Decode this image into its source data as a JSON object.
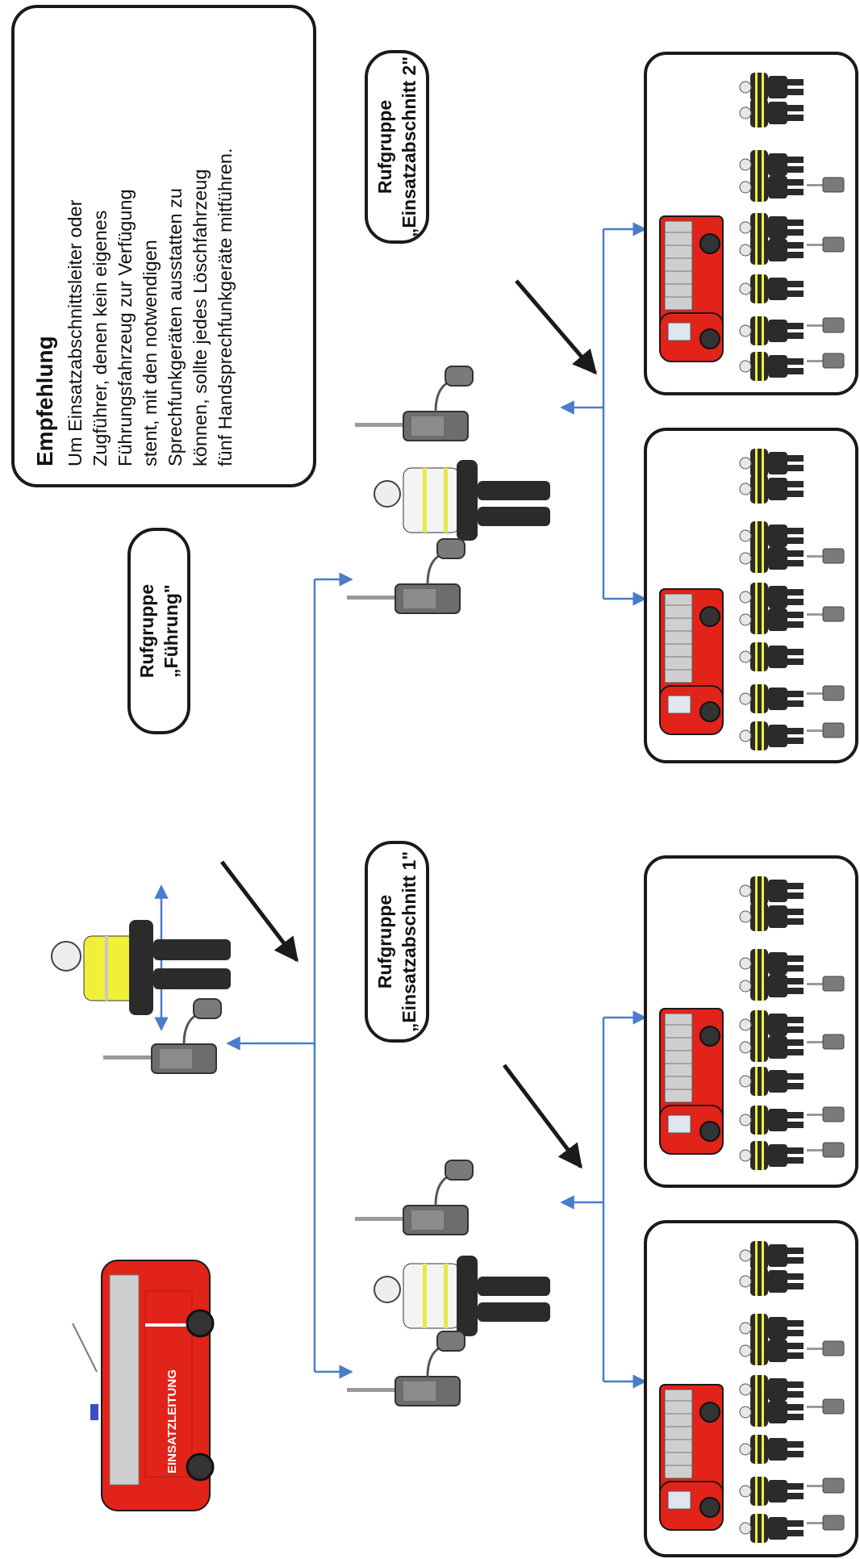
{
  "recommendation": {
    "title": "Empfehlung",
    "lines": [
      "Um Einsatzabschnittsleiter oder",
      "Zugführer, denen kein eigenes",
      "Führungsfahrzeug zur Verfügung",
      "stent, mit den notwendigen",
      "Sprechfunkgeräten ausstatten zu",
      "können, sollte jedes Löschfahrzeug",
      "fünf Handsprechfunkgeräte mitführen."
    ]
  },
  "groups": {
    "fuehrung": {
      "line1": "Rufgruppe",
      "line2": "„Führung\""
    },
    "abschnitt1": {
      "line1": "Rufgruppe",
      "line2": "„Einsatzabschnitt 1\""
    },
    "abschnitt2": {
      "line1": "Rufgruppe",
      "line2": "„Einsatzabschnitt 2\""
    }
  },
  "command_vehicle": {
    "label": "EINSATZLEITUNG"
  },
  "colors": {
    "line_blue": "#4a7cc9",
    "fire_red": "#e2231a",
    "vest_yellow": "#f0f03a",
    "dark_uniform": "#2b2b2b",
    "box_border": "#1a1a1a"
  }
}
